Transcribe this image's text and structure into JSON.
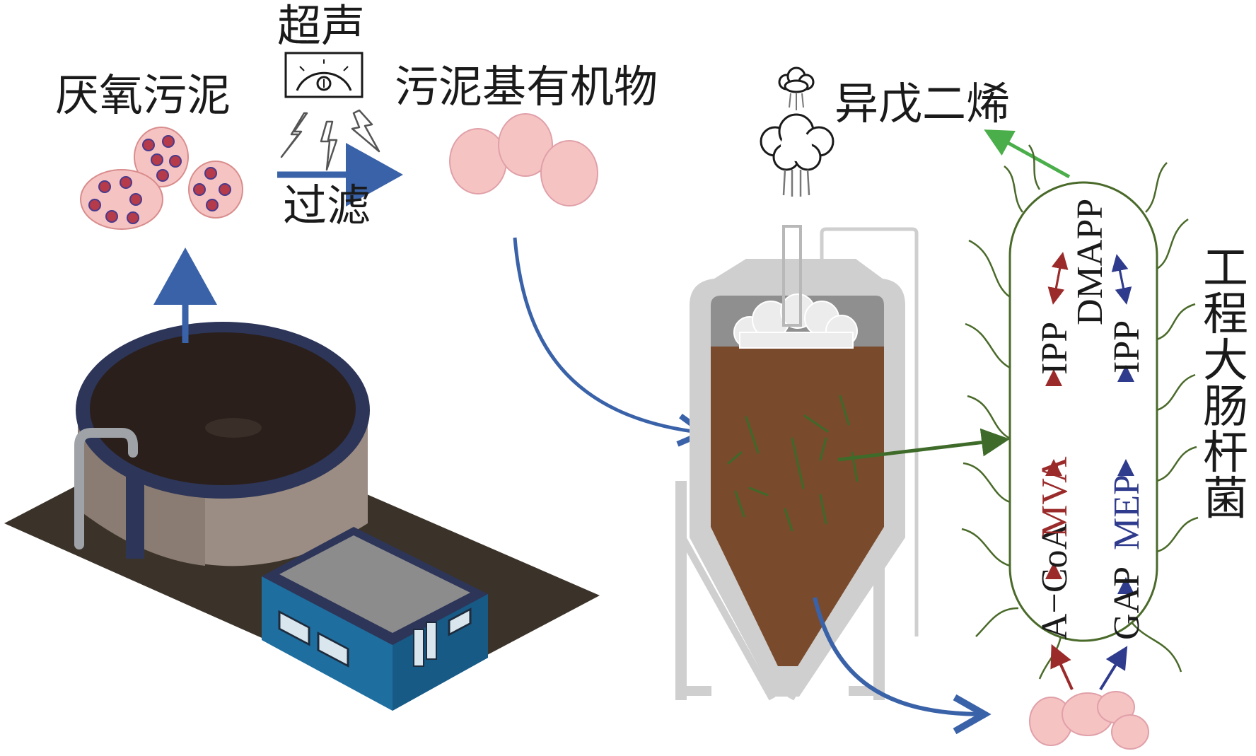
{
  "labels": {
    "anaerobic_sludge": "厌氧污泥",
    "ultrasound": "超声",
    "filtration": "过滤",
    "sludge_organics": "污泥基有机物",
    "isoprene": "异戊二烯",
    "engineered_ecoli": "工程大肠杆菌"
  },
  "pathway": {
    "mva_chain": [
      "A−CoA",
      "MVA",
      "IPP"
    ],
    "mep_chain": [
      "GAP",
      "MEP",
      "IPP"
    ],
    "end_product": "DMAPP"
  },
  "colors": {
    "flow_arrow": "#3a62a8",
    "mva_path": "#9b2a2a",
    "mep_path": "#2f3b8c",
    "product_arrow": "#4aae4a",
    "feed_arrow": "#3f6b2a",
    "cell_outline": "#4a6a2a",
    "sludge_particle": "#f6c3c3",
    "sludge_core": "#b53a4a",
    "fermenter_body": "#cfcfcf",
    "broth": "#7a4a2c"
  }
}
